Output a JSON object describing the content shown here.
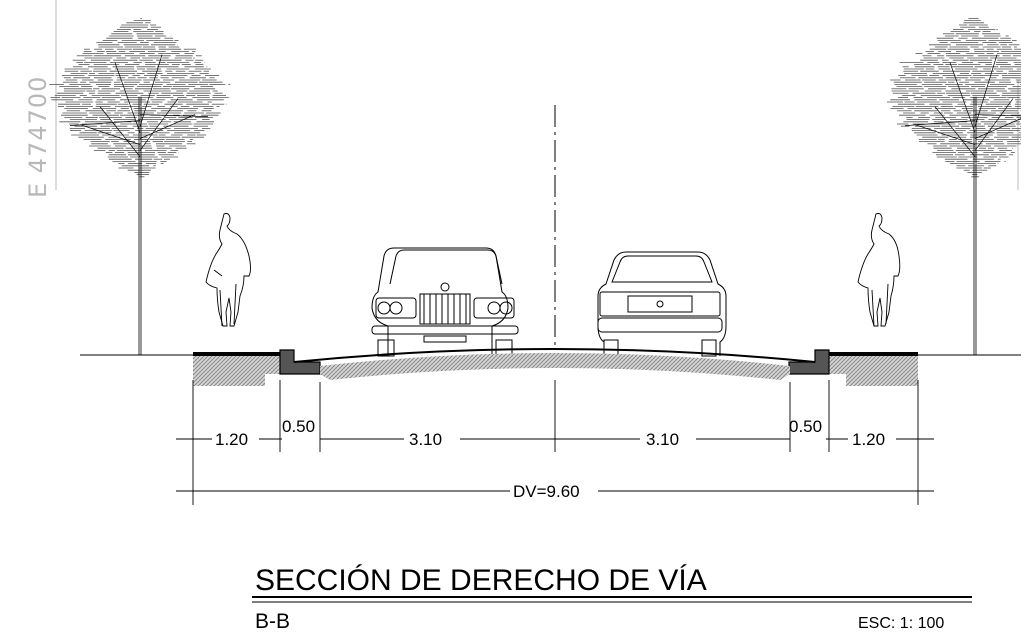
{
  "coordinate_label": "E 474700",
  "dimensions": {
    "sidewalk_left": "1.20",
    "curb_left": "0.50",
    "lane_left": "3.10",
    "lane_right": "3.10",
    "curb_right": "0.50",
    "sidewalk_right": "1.20",
    "total": "DV=9.60"
  },
  "title_block": {
    "title": "SECCIÓN DE DERECHO DE VÍA",
    "section_id": "B-B",
    "scale": "ESC: 1: 100"
  },
  "colors": {
    "line": "#000000",
    "fill_dark": "#555555",
    "hatch": "#8a8a8a",
    "coordinate": "#b8b8b8"
  }
}
